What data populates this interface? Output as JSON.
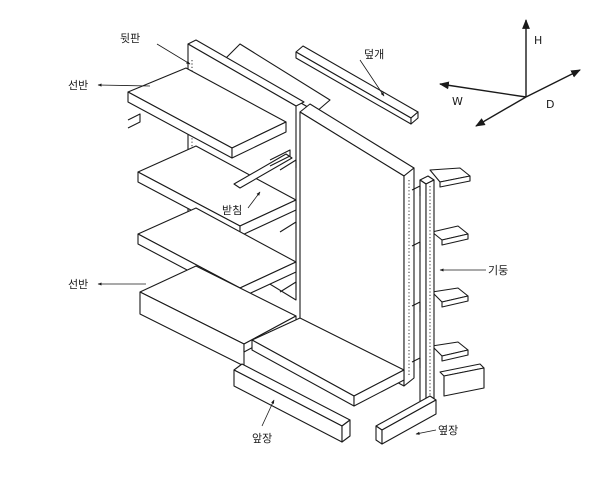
{
  "labels": {
    "back_panel": "뒷판",
    "cover": "덮개",
    "shelf_top": "선반",
    "support": "받침",
    "shelf_bottom": "선반",
    "post": "기둥",
    "front_kick": "앞장",
    "side_kick": "옆장"
  },
  "axes": {
    "h": "H",
    "w": "W",
    "d": "D"
  }
}
